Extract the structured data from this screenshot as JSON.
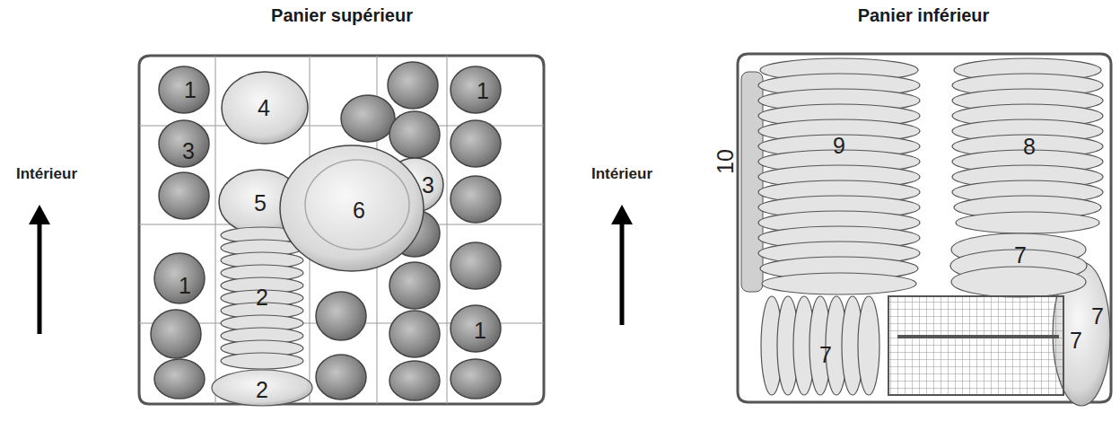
{
  "diagram": {
    "nodes": [
      {
        "text": [
          "Panier supérieur"
        ]
      },
      {
        "text": [
          "Panier inférieur"
        ]
      }
    ],
    "labels": [
      "Intérieur",
      "Intérieur",
      "1",
      "4",
      "1",
      "3",
      "5",
      "6",
      "3",
      "1",
      "2",
      "1",
      "2",
      "10",
      "9",
      "8",
      "7",
      "7",
      "7",
      "7"
    ]
  }
}
